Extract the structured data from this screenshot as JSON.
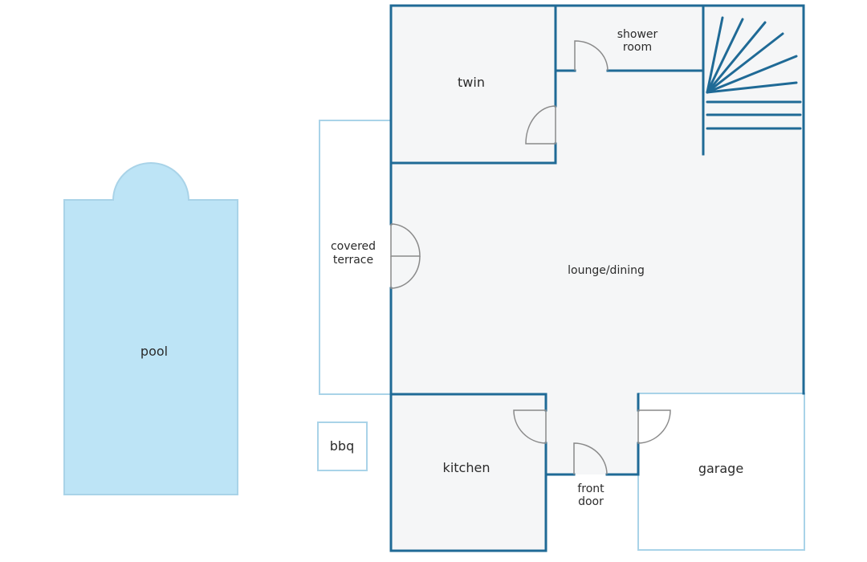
{
  "colors": {
    "wall": "#1f6a96",
    "wall_light": "#a9d3e8",
    "floor": "#f5f6f7",
    "pool": "#bde4f6",
    "stair": "#1f6a96",
    "door_arc": "#8a8a8a"
  },
  "rooms": {
    "twin": "twin",
    "shower_room": [
      "shower",
      "room"
    ],
    "covered_terrace": [
      "covered",
      "terrace"
    ],
    "lounge_dining": "lounge/dining",
    "pool": "pool",
    "bbq": "bbq",
    "kitchen": "kitchen",
    "front_door": [
      "front",
      "door"
    ],
    "garage": "garage"
  }
}
